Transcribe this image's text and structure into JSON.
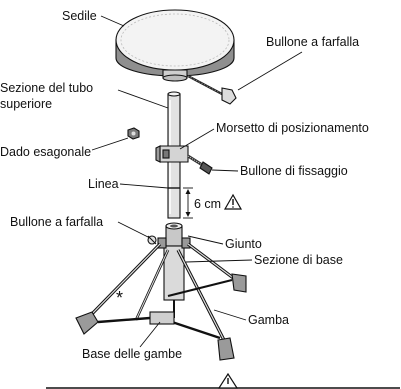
{
  "labels": {
    "sedile": "Sedile",
    "bullone_farfalla_top": "Bullone a farfalla",
    "sezione_tubo_1": "Sezione del tubo",
    "sezione_tubo_2": "superiore",
    "morsetto": "Morsetto di posizionamento",
    "dado": "Dado esagonale",
    "bullone_fissaggio": "Bullone di fissaggio",
    "linea": "Linea",
    "distanza": "6 cm",
    "bullone_farfalla_left": "Bullone a farfalla",
    "giunto": "Giunto",
    "sezione_base": "Sezione di base",
    "asterisco": "*",
    "gamba": "Gamba",
    "base_gambe": "Base delle gambe"
  },
  "colors": {
    "ink": "#111111",
    "seat_top": "#f4f4f4",
    "seat_side": "#9a9a9a",
    "metal": "#d8d8d8",
    "dark": "#3a3a3a"
  },
  "icons": [
    "warning-icon"
  ]
}
